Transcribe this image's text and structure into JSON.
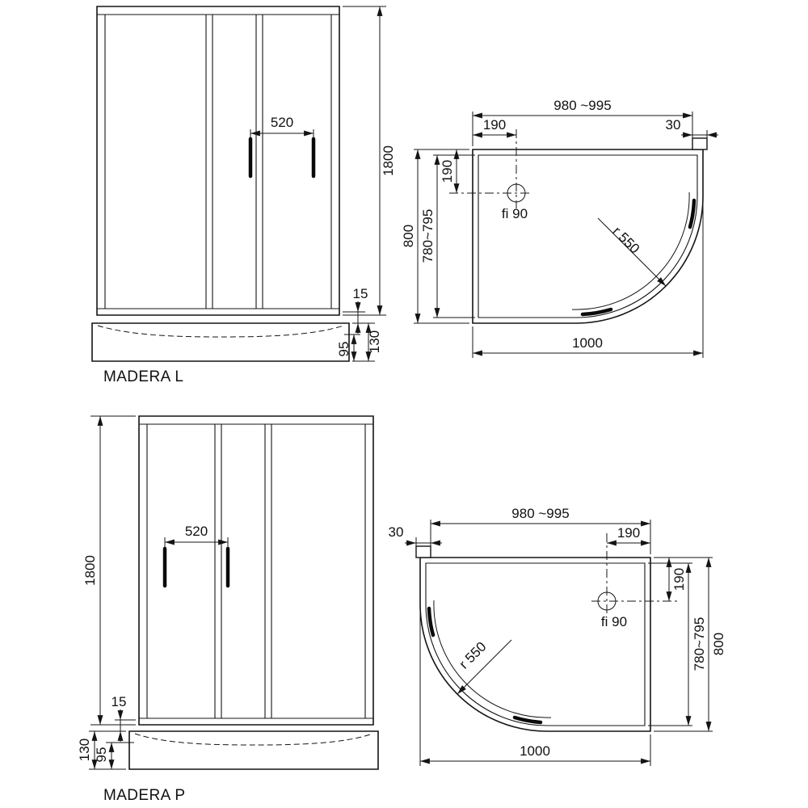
{
  "page": {
    "background": "#ffffff",
    "line_color": "#141414"
  },
  "drawings": [
    {
      "id": "madera-l",
      "label": "MADERA L",
      "front_view": {
        "height": "1800",
        "door_width": "520",
        "frame_lip": "15",
        "tray_height": "130",
        "tray_inner_height": "95"
      },
      "plan_view": {
        "width_adjust": "980 ~995",
        "profile_width": "30",
        "drain_offset_x": "190",
        "drain_offset_y": "190",
        "depth": "800",
        "depth_adjust": "780~795",
        "corner_radius": "r 550",
        "drain_diameter": "fi 90",
        "width_total": "1000"
      }
    },
    {
      "id": "madera-p",
      "label": "MADERA P",
      "front_view": {
        "height": "1800",
        "door_width": "520",
        "frame_lip": "15",
        "tray_height": "130",
        "tray_inner_height": "95"
      },
      "plan_view": {
        "width_adjust": "980 ~995",
        "profile_width": "30",
        "drain_offset_x": "190",
        "drain_offset_y": "190",
        "depth": "800",
        "depth_adjust": "780~795",
        "corner_radius": "r 550",
        "drain_diameter": "fi 90",
        "width_total": "1000"
      }
    }
  ]
}
